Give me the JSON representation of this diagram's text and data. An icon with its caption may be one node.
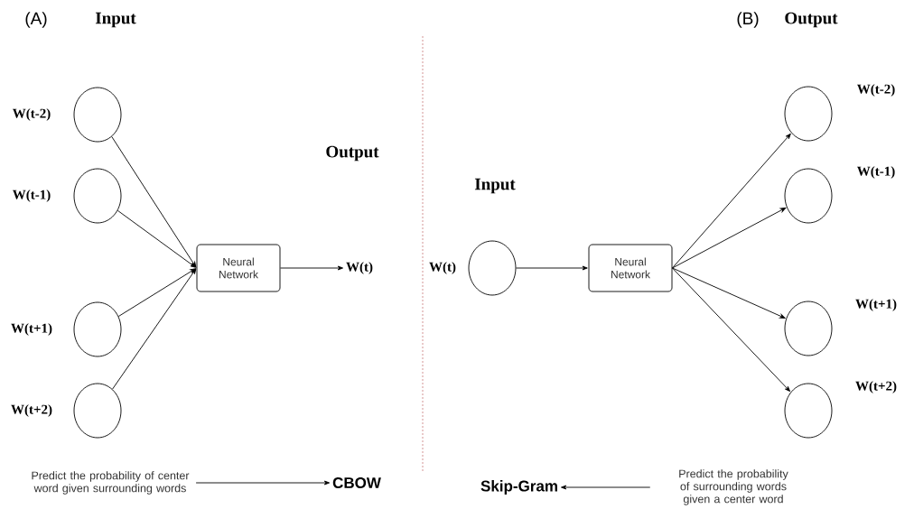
{
  "diagram": {
    "nodes": [
      {
        "text": [],
        "shape": "circle",
        "beside": [
          "W(t-2)"
        ]
      },
      {
        "text": [],
        "shape": "circle",
        "beside": [
          "W(t-1)"
        ]
      },
      {
        "text": [],
        "shape": "circle",
        "beside": [
          "W(t+1)"
        ]
      },
      {
        "text": [],
        "shape": "circle",
        "beside": [
          "W(t+2)"
        ]
      },
      {
        "text": [
          "Neural Network"
        ]
      },
      {
        "text": [
          "W(t)"
        ]
      },
      {
        "text": [],
        "shape": "circle",
        "beside": [
          "W(t)"
        ]
      },
      {
        "text": [
          "Neural Network"
        ]
      },
      {
        "text": [],
        "shape": "circle",
        "beside": [
          "W(t-2)"
        ]
      },
      {
        "text": [],
        "shape": "circle",
        "beside": [
          "W(t-1)"
        ]
      },
      {
        "text": [],
        "shape": "circle",
        "beside": [
          "W(t+1)"
        ]
      },
      {
        "text": [],
        "shape": "circle",
        "beside": [
          "W(t+2)"
        ]
      },
      {
        "text": [
          "Predict the probability of center word given surrounding words"
        ]
      },
      {
        "text": [
          "CBOW"
        ]
      },
      {
        "text": [
          "Skip-Gram"
        ]
      },
      {
        "text": [
          "Predict the probability of surrounding words given a center word"
        ]
      }
    ],
    "edges": [
      {
        "from": 0,
        "to": 4,
        "arrow": "to"
      },
      {
        "from": 1,
        "to": 4,
        "arrow": "to"
      },
      {
        "from": 2,
        "to": 4,
        "arrow": "to"
      },
      {
        "from": 3,
        "to": 4,
        "arrow": "to"
      },
      {
        "from": 4,
        "to": 5,
        "arrow": "to"
      },
      {
        "from": 6,
        "to": 7,
        "arrow": "to"
      },
      {
        "from": 7,
        "to": 8,
        "arrow": "to"
      },
      {
        "from": 7,
        "to": 9,
        "arrow": "to"
      },
      {
        "from": 7,
        "to": 10,
        "arrow": "to"
      },
      {
        "from": 7,
        "to": 11,
        "arrow": "to"
      },
      {
        "from": 12,
        "to": 13,
        "arrow": "to"
      },
      {
        "from": 15,
        "to": 14,
        "arrow": "to"
      }
    ],
    "labels": [
      "(A)",
      "Input",
      "(B)",
      "Output",
      "Output",
      "Input"
    ]
  }
}
